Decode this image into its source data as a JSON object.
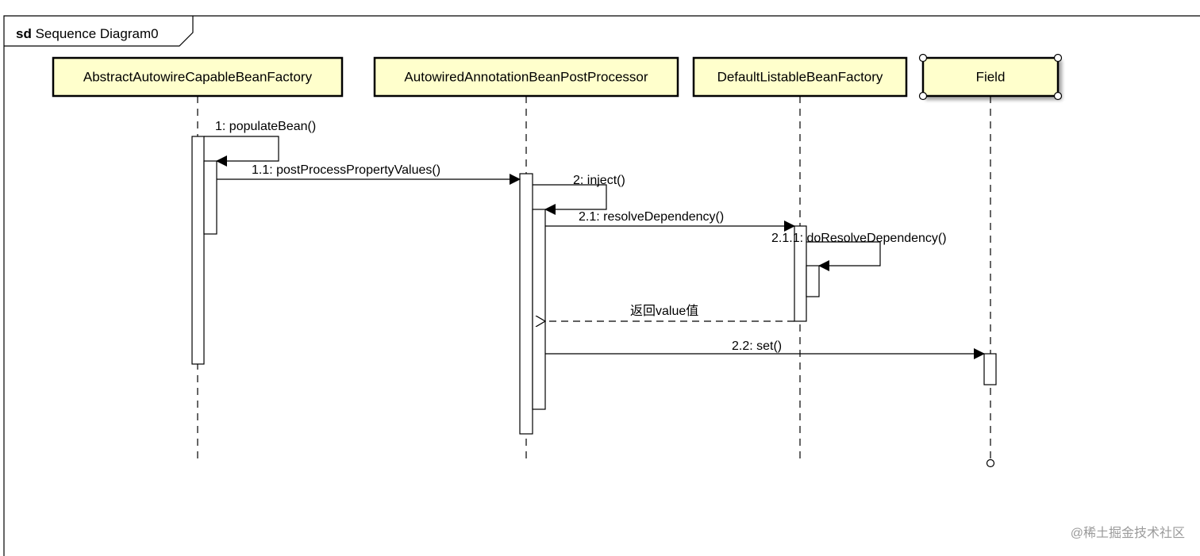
{
  "frame": {
    "keyword": "sd",
    "name": "Sequence Diagram0"
  },
  "participants": [
    {
      "id": "p1",
      "name": "AbstractAutowireCapableBeanFactory"
    },
    {
      "id": "p2",
      "name": "AutowiredAnnotationBeanPostProcessor"
    },
    {
      "id": "p3",
      "name": "DefaultListableBeanFactory"
    },
    {
      "id": "p4",
      "name": "Field"
    }
  ],
  "messages": [
    {
      "id": "m1",
      "label": "1: populateBean()",
      "kind": "self",
      "from": "p1",
      "to": "p1"
    },
    {
      "id": "m2",
      "label": "1.1: postProcessPropertyValues()",
      "kind": "sync",
      "from": "p1",
      "to": "p2"
    },
    {
      "id": "m3",
      "label": "2: inject()",
      "kind": "self",
      "from": "p2",
      "to": "p2"
    },
    {
      "id": "m4",
      "label": "2.1: resolveDependency()",
      "kind": "sync",
      "from": "p2",
      "to": "p3"
    },
    {
      "id": "m5",
      "label": "2.1.1: doResolveDependency()",
      "kind": "self",
      "from": "p3",
      "to": "p3"
    },
    {
      "id": "m6",
      "label": "返回value值",
      "kind": "return",
      "from": "p3",
      "to": "p2"
    },
    {
      "id": "m7",
      "label": "2.2: set()",
      "kind": "sync",
      "from": "p2",
      "to": "p4"
    }
  ],
  "watermark": "@稀土掘金技术社区",
  "colors": {
    "participant_fill": "#ffffcc",
    "line": "#000000",
    "background": "#ffffff",
    "watermark": "#9a9a9a"
  }
}
